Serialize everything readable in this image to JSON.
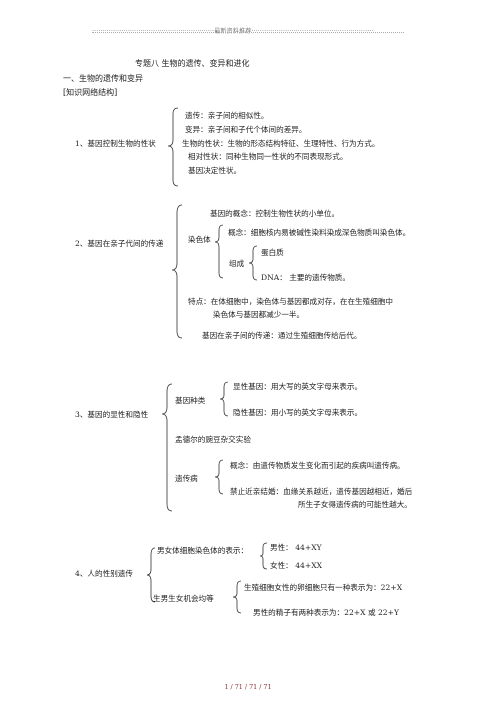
{
  "header": "··························································最新资料推荐··························································",
  "title": "专题八          生物的遗传、变异和进化",
  "section1": "一、生物的遗传和变异",
  "subsection": "[知识网络结构]",
  "b1": {
    "label": "1、基因控制生物的性状",
    "items": [
      "遗传：亲子间的相似性。",
      "变异：亲子间和子代个体间的差异。",
      "生物的性状：生物的形态结构特征、生理特性、行为方式。",
      "相对性状：同种生物同一性状的不同表现形式。",
      "基因决定性状。"
    ]
  },
  "b2": {
    "label": "2、基因在亲子代间的传递",
    "gene_concept": "基因的概念：控制生物性状的小单位。",
    "chromosome": "染色体",
    "chromo_concept": "概念：细胞核内易被碱性染料染成深色物质叫染色体。",
    "composition": "组成",
    "protein": "蛋白质",
    "dna": "DNA：  主要的遗传物质。",
    "feature_1": "特点：在体细胞中，染色体与基因都成对存，在在生殖细胞中",
    "feature_2": "染色体与基因都减少一半。",
    "transfer": "基因在亲子间的传递：通过生殖细胞传给后代。"
  },
  "b3": {
    "label": "3、基因的显性和隐性",
    "gene_type": "基因种类",
    "dominant": "显性基因：用大写的英文字母来表示。",
    "recessive": "隐性基因：用小写的英文字母来表示。",
    "mendel": "孟德尔的豌豆杂交实验",
    "disease": "遗传病",
    "disease_concept": "概念：由遗传物质发生变化而引起的疾病叫遗传病。",
    "ban_1": "禁止近亲结婚：血缘关系越近，遗传基因越相近，婚后",
    "ban_2": "所生子女得遗传病的可能性越大。"
  },
  "b4": {
    "label": "4、人的性别遗传",
    "chromo_rep": "男女体细胞染色体的表示：",
    "male": "男性：   44+XY",
    "female": "女性：  44+XX",
    "chance": "生男生女机会均等",
    "egg": "生殖细胞女性的卵细胞只有一种表示为：22+X",
    "sperm": "男性的精子有两种表示为：22+X 或 22+Y"
  },
  "footer": "1 / 71 / 71 / 71"
}
